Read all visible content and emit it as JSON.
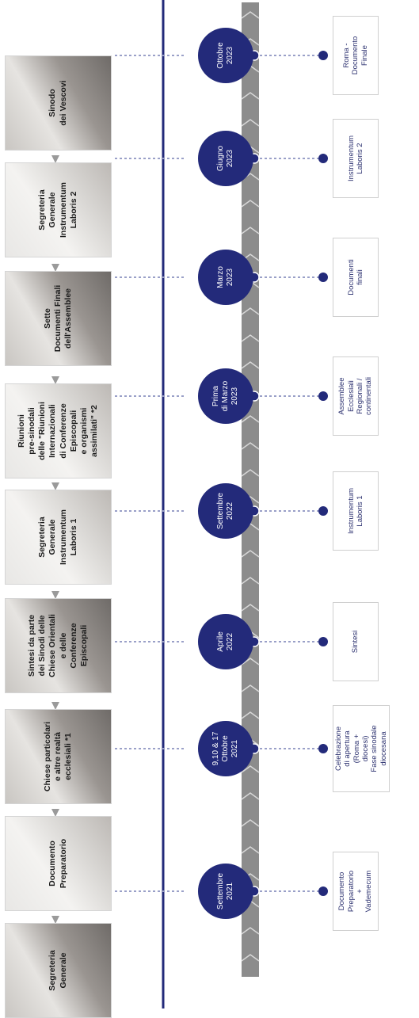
{
  "process_cards": [
    {
      "label": "Segreteria\nGenerale",
      "photo": "dark"
    },
    {
      "label": "Documento\nPreparatorio",
      "photo": "light"
    },
    {
      "label": "Chiese particolari\ne altre realtà\necclesiali *1",
      "photo": "dark"
    },
    {
      "label": "Sintesi da parte\ndei Sinodi delle\nChiese Orientali\ne delle\nConferenze\nEpiscopali",
      "photo": "dark"
    },
    {
      "label": "Segreteria\nGenerale\nInstrumentum\nLaboris 1",
      "photo": "light"
    },
    {
      "label": "Riunioni\npre-sinodali\ndelle \"Riunioni\nInternazionali\ndi Conferenze\nEpiscopali\ne organismi\nassimilati\" *2",
      "photo": "light"
    },
    {
      "label": "Sette\nDocumenti Finali\ndell'Assemblee",
      "photo": "dark"
    },
    {
      "label": "Segreteria\nGenerale\nInstrumentum\nLaboris 2",
      "photo": "light"
    },
    {
      "label": "Sinodo\ndei Vescovi",
      "photo": "dark"
    }
  ],
  "milestones": [
    {
      "date": "Settembre\n2021",
      "output": "Documento\nPreparatorio\n+\nVademecum"
    },
    {
      "date": "9,10 & 17\nOttobre\n2021",
      "output": "Celebrazione\ndi apertura\n(Roma +\ndiocesi)\nFase sinodale\ndiocesana"
    },
    {
      "date": "Aprile\n2022",
      "output": "Sintesi"
    },
    {
      "date": "Settembre\n2022",
      "output": "Instrumentum\nLaboris 1"
    },
    {
      "date": "Prima\ndi Marzo\n2023",
      "output": "Assemblee\nEcclesiali\nRegionali /\ncontinentali"
    },
    {
      "date": "Marzo\n2023",
      "output": "Documenti\nfinali"
    },
    {
      "date": "Giugno\n2023",
      "output": "Instrumentum\nLaboris 2"
    },
    {
      "date": "Ottobre\n2023",
      "output": "Roma -\nDocumento\nFinale"
    }
  ],
  "colors": {
    "navy": "#232a7a",
    "road": "#8c8c8c",
    "arrow": "#9a9a9a",
    "dotted": "#9aa0c8"
  }
}
